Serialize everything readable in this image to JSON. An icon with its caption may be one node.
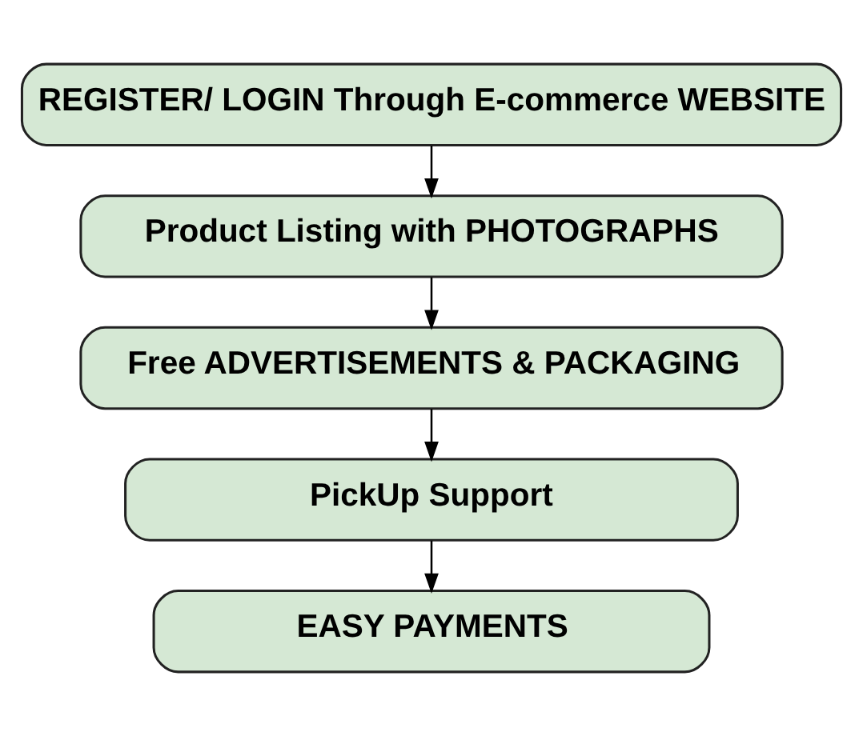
{
  "diagram": {
    "nodes": [
      {
        "text": [
          "REGISTER/ LOGIN Through E-commerce WEBSITE"
        ]
      },
      {
        "text": [
          "Product Listing with PHOTOGRAPHS"
        ]
      },
      {
        "text": [
          "Free ADVERTISEMENTS & PACKAGING"
        ]
      },
      {
        "text": [
          "PickUp Support"
        ]
      },
      {
        "text": [
          "EASY PAYMENTS"
        ]
      }
    ],
    "edges": [
      {
        "from": 0,
        "to": 1,
        "arrow": "to"
      },
      {
        "from": 1,
        "to": 2,
        "arrow": "to"
      },
      {
        "from": 2,
        "to": 3,
        "arrow": "to"
      },
      {
        "from": 3,
        "to": 4,
        "arrow": "to"
      }
    ]
  }
}
